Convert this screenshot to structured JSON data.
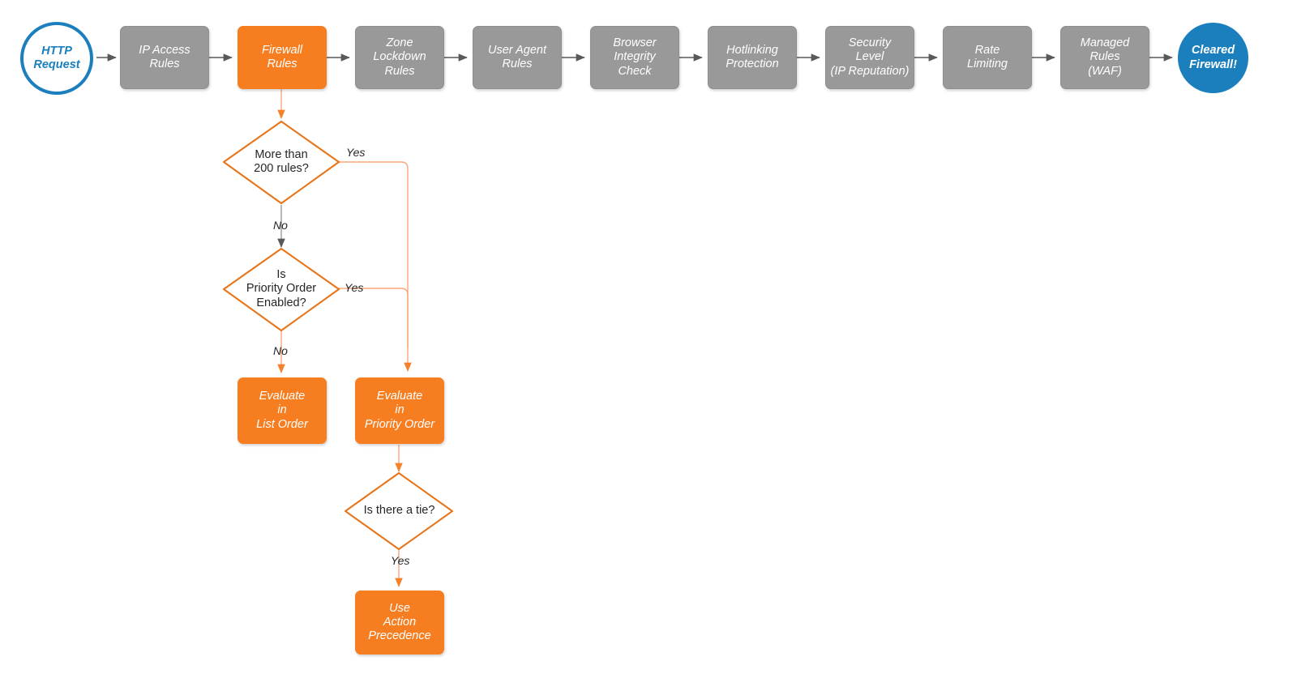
{
  "diagram": {
    "title": "Cloudflare firewall rules evaluation order flowchart",
    "colors": {
      "orange_fill": "#F67E20",
      "orange_stroke": "#E8751A",
      "orange_light_edge": "#F8A87A",
      "gray_fill": "#999999",
      "gray_edge": "#595959",
      "blue": "#1B7FBD",
      "text_dark": "#262626",
      "background": "#FFFFFF"
    }
  },
  "pipeline": {
    "start": {
      "label": "HTTP\nRequest",
      "shape": "circle-outline",
      "color": "#1B7FBD"
    },
    "steps": [
      {
        "label": "IP Access\nRules",
        "shape": "process",
        "color": "#999999"
      },
      {
        "label": "Firewall\nRules",
        "shape": "process",
        "color": "#F67E20"
      },
      {
        "label": "Zone\nLockdown\nRules",
        "shape": "process",
        "color": "#999999"
      },
      {
        "label": "User Agent\nRules",
        "shape": "process",
        "color": "#999999"
      },
      {
        "label": "Browser\nIntegrity\nCheck",
        "shape": "process",
        "color": "#999999"
      },
      {
        "label": "Hotlinking\nProtection",
        "shape": "process",
        "color": "#999999"
      },
      {
        "label": "Security\nLevel\n(IP Reputation)",
        "shape": "process",
        "color": "#999999"
      },
      {
        "label": "Rate\nLimiting",
        "shape": "process",
        "color": "#999999"
      },
      {
        "label": "Managed\nRules\n(WAF)",
        "shape": "process",
        "color": "#999999"
      }
    ],
    "end": {
      "label": "Cleared\nFirewall!",
      "shape": "circle-filled",
      "color": "#1B7FBD"
    }
  },
  "branch": {
    "decisions": [
      {
        "label": "More than\n200 rules?",
        "yes_label": "Yes",
        "no_label": "No"
      },
      {
        "label": "Is\nPriority Order\nEnabled?",
        "yes_label": "Yes",
        "no_label": "No"
      },
      {
        "label": "Is there a tie?",
        "yes_label": "Yes",
        "no_label": ""
      }
    ],
    "outcomes": [
      {
        "label": "Evaluate\nin\nList Order"
      },
      {
        "label": "Evaluate\nin\nPriority Order"
      },
      {
        "label": "Use\nAction\nPrecedence"
      }
    ],
    "edge_labels": {
      "yes_more_than_200": "Yes",
      "no_more_than_200": "No",
      "yes_priority_enabled": "Yes",
      "no_priority_enabled": "No",
      "yes_tie": "Yes"
    }
  }
}
